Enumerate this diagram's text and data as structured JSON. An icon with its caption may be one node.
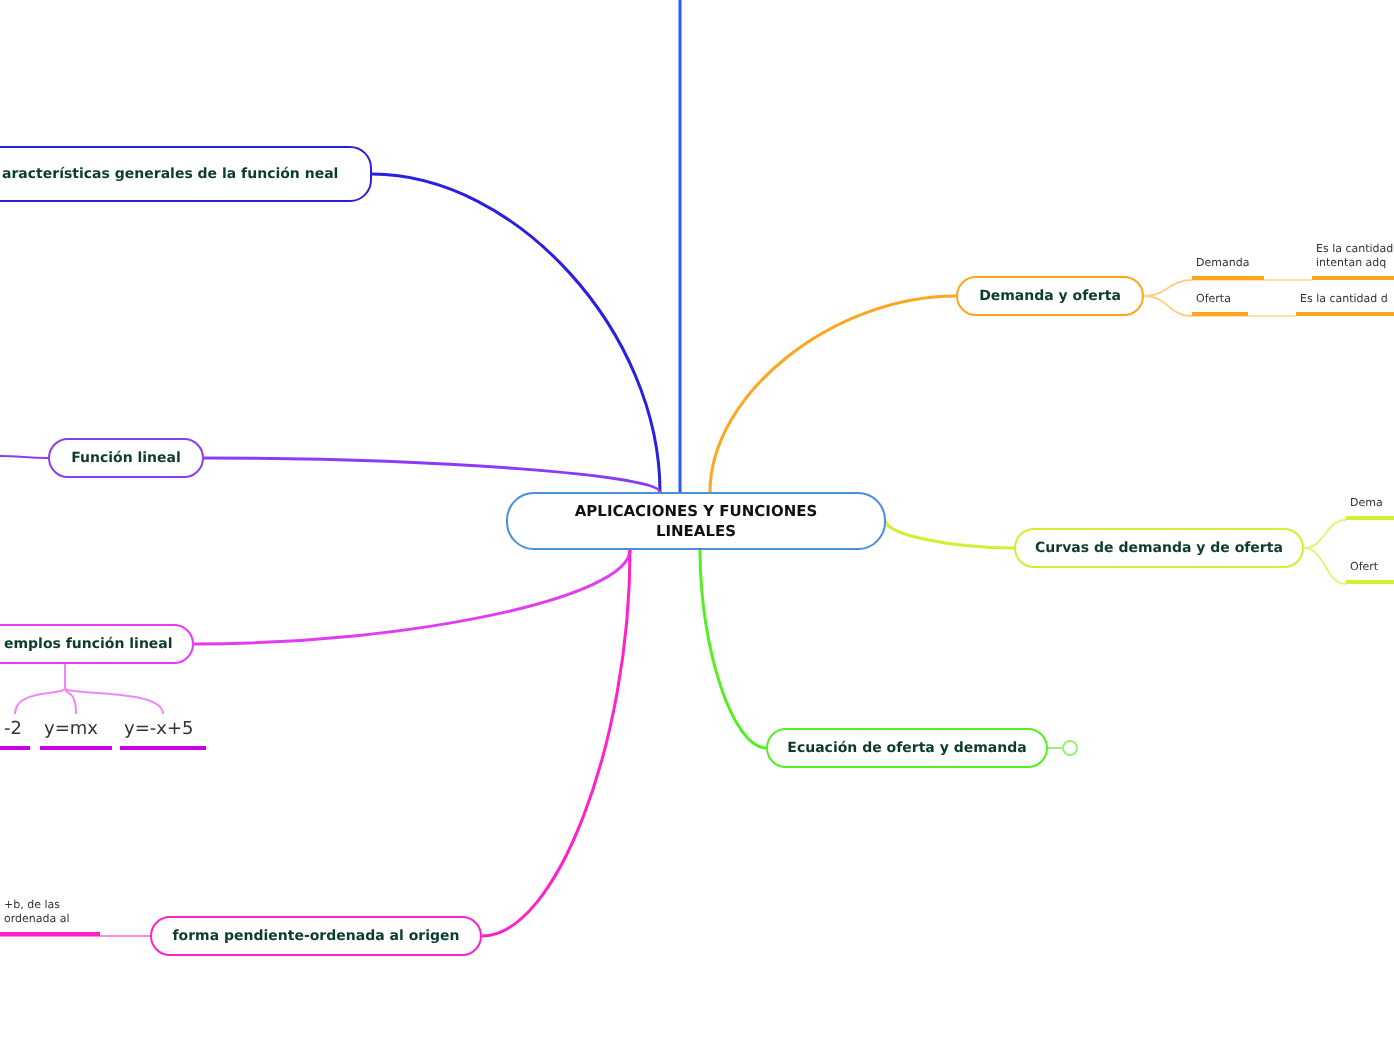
{
  "diagram": {
    "nodes": [
      {
        "text": [
          "APLICACIONES Y FUNCIONES LINEALES"
        ]
      },
      {
        "text": [
          "aracterísticas generales de la función neal"
        ]
      },
      {
        "text": [
          "Función lineal"
        ]
      },
      {
        "text": [
          "emplos función lineal"
        ]
      },
      {
        "text": [
          "-2"
        ]
      },
      {
        "text": [
          "y=mx"
        ]
      },
      {
        "text": [
          "y=-x+5"
        ]
      },
      {
        "text": [
          "forma pendiente-ordenada al origen"
        ]
      },
      {
        "text": [
          "+b, de las ordenada al"
        ]
      },
      {
        "text": [
          "Demanda y oferta"
        ]
      },
      {
        "text": [
          "Demanda"
        ]
      },
      {
        "text": [
          "Es la cantidad intentan adq"
        ]
      },
      {
        "text": [
          "Oferta"
        ]
      },
      {
        "text": [
          "Es la cantidad d"
        ]
      },
      {
        "text": [
          "Curvas de demanda y de oferta"
        ]
      },
      {
        "text": [
          "Dema"
        ]
      },
      {
        "text": [
          "Ofert"
        ]
      },
      {
        "text": [
          "Ecuación de oferta y demanda"
        ]
      },
      {
        "text": [],
        "shape": "circle"
      }
    ],
    "edges": [
      {
        "from": 0,
        "to": null,
        "arrow": "none",
        "color": "#2a5cf0"
      },
      {
        "from": 0,
        "to": 1,
        "arrow": "none",
        "color": "#2a1fe0"
      },
      {
        "from": 0,
        "to": 2,
        "arrow": "none",
        "color": "#8b3cf0"
      },
      {
        "from": 2,
        "to": null,
        "arrow": "none",
        "color": "#8b3cf0"
      },
      {
        "from": 0,
        "to": 3,
        "arrow": "none",
        "color": "#e23cf0"
      },
      {
        "from": 3,
        "to": 4,
        "arrow": "none",
        "color": "#ee88f6"
      },
      {
        "from": 3,
        "to": 5,
        "arrow": "none",
        "color": "#ee88f6"
      },
      {
        "from": 3,
        "to": 6,
        "arrow": "none",
        "color": "#ee88f6"
      },
      {
        "from": 0,
        "to": 7,
        "arrow": "none",
        "color": "#ff22c8"
      },
      {
        "from": 7,
        "to": 8,
        "arrow": "none",
        "color": "#ff88e4"
      },
      {
        "from": 0,
        "to": 9,
        "arrow": "none",
        "color": "#ffa51f"
      },
      {
        "from": 9,
        "to": 10,
        "arrow": "none",
        "color": "#ffcf88"
      },
      {
        "from": 10,
        "to": 11,
        "arrow": "none",
        "color": "#ffe0b0"
      },
      {
        "from": 9,
        "to": 12,
        "arrow": "none",
        "color": "#ffcf88"
      },
      {
        "from": 12,
        "to": 13,
        "arrow": "none",
        "color": "#ffe0b0"
      },
      {
        "from": 0,
        "to": 14,
        "arrow": "none",
        "color": "#d4ee33"
      },
      {
        "from": 14,
        "to": 15,
        "arrow": "none",
        "color": "#e4f47a"
      },
      {
        "from": 14,
        "to": 16,
        "arrow": "none",
        "color": "#e4f47a"
      },
      {
        "from": 0,
        "to": 17,
        "arrow": "none",
        "color": "#55ee22"
      },
      {
        "from": 17,
        "to": 18,
        "arrow": "none",
        "color": "#99f07a"
      }
    ]
  }
}
